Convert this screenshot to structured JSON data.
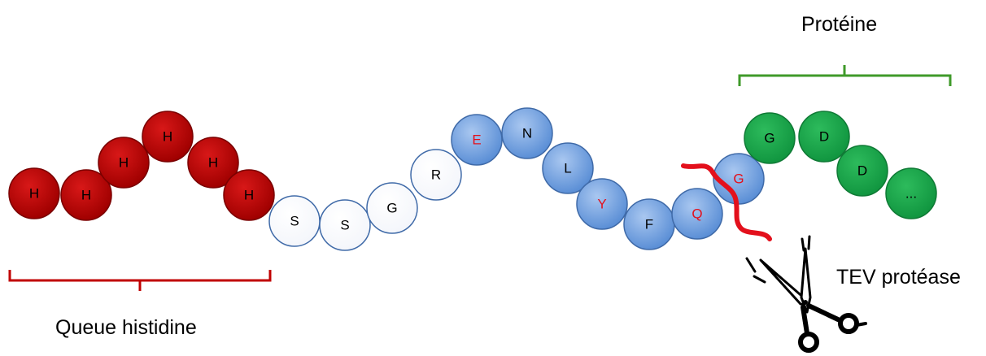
{
  "labels": {
    "protein": "Protéine",
    "his_tag": "Queue histidine",
    "tev": "TEV protéase"
  },
  "colors": {
    "his": "#b40000",
    "his_stroke": "#7a0000",
    "linker": "#ffffff",
    "linker_stroke": "#3f6aa8",
    "tev_site": "#6f9fde",
    "tev_site_stroke": "#3f6aa8",
    "protein": "#17a349",
    "protein_stroke": "#0f7a35",
    "highlight_letter": "#e3101c",
    "normal_letter": "#000000",
    "his_bracket": "#c00000",
    "protein_bracket": "#3f9a2a",
    "cut_line": "#e3101c"
  },
  "residues": [
    {
      "letter": "H",
      "group": "his",
      "highlight": false
    },
    {
      "letter": "H",
      "group": "his",
      "highlight": false
    },
    {
      "letter": "H",
      "group": "his",
      "highlight": false
    },
    {
      "letter": "H",
      "group": "his",
      "highlight": false
    },
    {
      "letter": "H",
      "group": "his",
      "highlight": false
    },
    {
      "letter": "H",
      "group": "his",
      "highlight": false
    },
    {
      "letter": "S",
      "group": "linker",
      "highlight": false
    },
    {
      "letter": "S",
      "group": "linker",
      "highlight": false
    },
    {
      "letter": "G",
      "group": "linker",
      "highlight": false
    },
    {
      "letter": "R",
      "group": "linker",
      "highlight": false
    },
    {
      "letter": "E",
      "group": "tev_site",
      "highlight": true
    },
    {
      "letter": "N",
      "group": "tev_site",
      "highlight": false
    },
    {
      "letter": "L",
      "group": "tev_site",
      "highlight": false
    },
    {
      "letter": "Y",
      "group": "tev_site",
      "highlight": true
    },
    {
      "letter": "F",
      "group": "tev_site",
      "highlight": false
    },
    {
      "letter": "Q",
      "group": "tev_site",
      "highlight": true
    },
    {
      "letter": "G",
      "group": "tev_site",
      "highlight": true
    },
    {
      "letter": "G",
      "group": "protein",
      "highlight": false
    },
    {
      "letter": "D",
      "group": "protein",
      "highlight": false
    },
    {
      "letter": "D",
      "group": "protein",
      "highlight": false
    },
    {
      "letter": "...",
      "group": "protein",
      "highlight": false
    }
  ]
}
